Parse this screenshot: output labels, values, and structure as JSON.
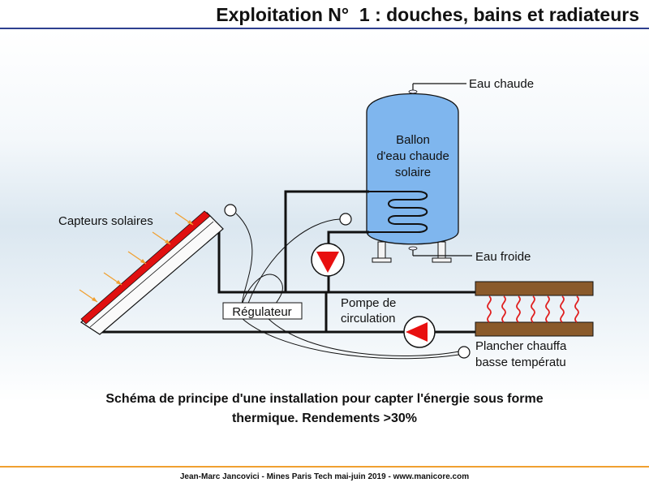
{
  "title": "Exploitation N°  1 : douches, bains et radiateurs",
  "labels": {
    "eau_chaude": "Eau chaude",
    "ballon_1": "Ballon",
    "ballon_2": "d'eau chaude",
    "ballon_3": "solaire",
    "capteurs": "Capteurs solaires",
    "eau_froide": "Eau froide",
    "pompe_1": "Pompe de",
    "pompe_2": "circulation",
    "regulateur": "Régulateur",
    "plancher_1": "Plancher chauffa",
    "plancher_2": "basse températu"
  },
  "caption": {
    "line1": "Schéma de principe d'une installation pour capter l'énergie sous forme",
    "line2": "thermique. Rendements >30%"
  },
  "footer": "Jean-Marc Jancovici - Mines Paris Tech mai-juin 2019 - www.manicore.com",
  "colors": {
    "tank": "#7fb6ee",
    "collector": "#e01010",
    "pump": "#e81010",
    "floor": "#8a5a2b",
    "heat_wave": "#e02020",
    "sun_ray": "#f0a030",
    "title_rule": "#2e3f8f",
    "footer_rule": "#f0a030"
  }
}
